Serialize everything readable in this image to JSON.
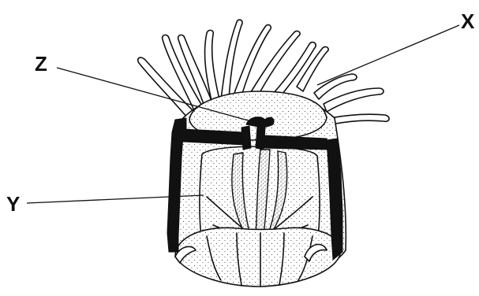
{
  "labels": {
    "x": "X",
    "y": "Y",
    "z": "Z"
  }
}
